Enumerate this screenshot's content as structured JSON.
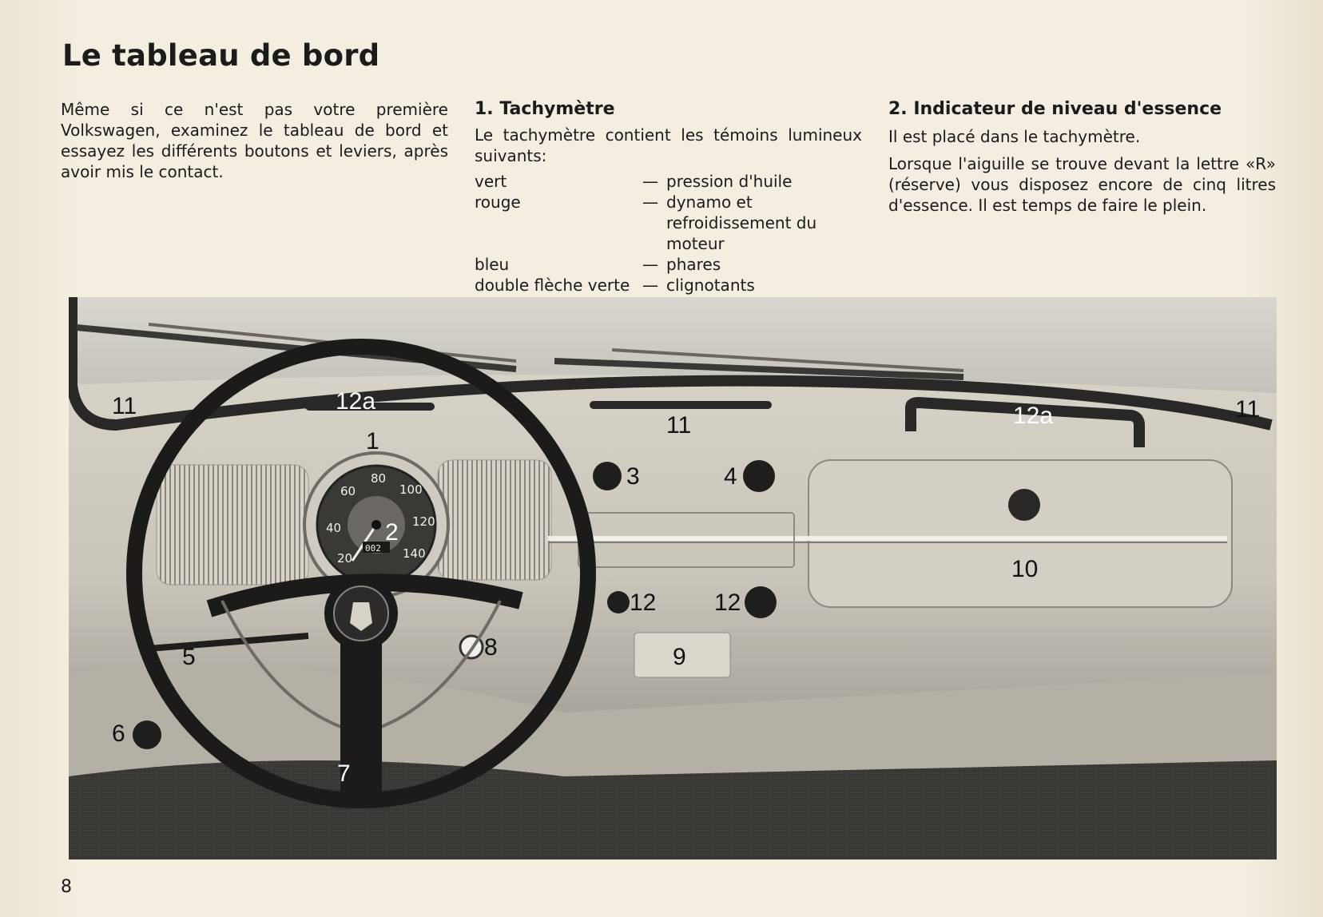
{
  "page": {
    "title": "Le tableau de bord",
    "page_number": "8"
  },
  "intro": {
    "text": "Même si ce n'est pas votre première Volkswagen, examinez le tableau de bord et essayez les différents boutons et leviers, après avoir mis le contact."
  },
  "section1": {
    "heading": "1. Tachymètre",
    "text": "Le tachymètre contient les témoins lumineux suivants:",
    "lamps": [
      {
        "color": "vert",
        "dash": "—",
        "meaning": "pression d'huile"
      },
      {
        "color": "rouge",
        "dash": "—",
        "meaning": "dynamo et refroidissement du moteur"
      },
      {
        "color": "bleu",
        "dash": "—",
        "meaning": "phares"
      },
      {
        "color": "double flèche verte",
        "dash": "—",
        "meaning": "clignotants"
      }
    ]
  },
  "section2": {
    "heading": "2. Indicateur de niveau d'essence",
    "line1": "Il est placé dans le tachymètre.",
    "line2": "Lorsque l'aiguille se trouve devant la lettre «R» (réserve) vous disposez encore de cinq litres d'essence. Il est temps de faire le plein."
  },
  "photo": {
    "callouts": {
      "c1": "1",
      "c2": "2",
      "c3": "3",
      "c4": "4",
      "c5": "5",
      "c6": "6",
      "c7": "7",
      "c8": "8",
      "c9": "9",
      "c10": "10",
      "c11_left": "11",
      "c11_mid": "11",
      "c11_right": "11",
      "c12_left": "12",
      "c12_right": "12",
      "c12a_left": "12a",
      "c12a_right": "12a"
    },
    "speedo_scale": [
      "20",
      "40",
      "60",
      "80",
      "100",
      "120",
      "140"
    ],
    "odometer": "002"
  }
}
